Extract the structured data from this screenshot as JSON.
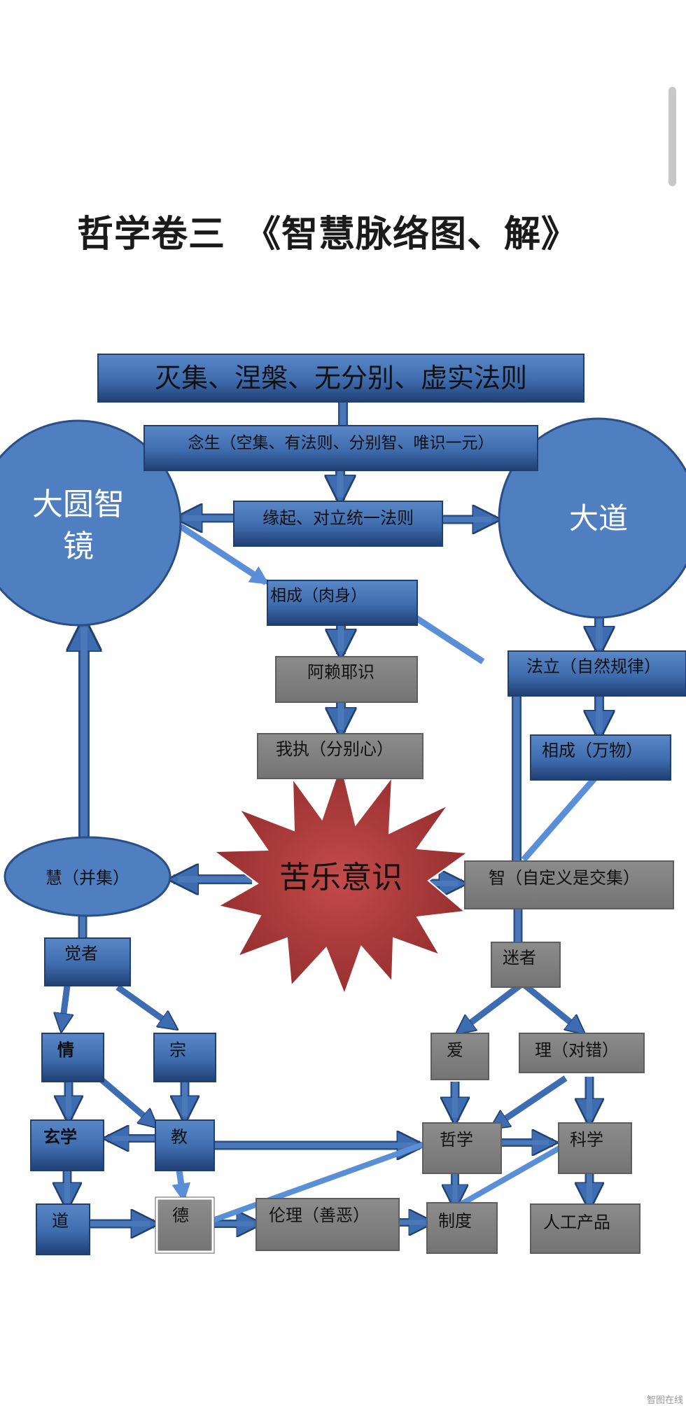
{
  "title": "哲学卷三　《智慧脉络图、解》",
  "watermark": "智图在线",
  "colors": {
    "blue": "#4a78b8",
    "blue_dark": "#2a4f86",
    "gray": "#7f7f7f",
    "star": "#b83a3a"
  },
  "nodes": {
    "top": "灭集、涅槃、无分别、虚实法则",
    "nian": "念生（空集、有法则、分别智、唯识一元）",
    "yuanqi": "缘起、对立统一法则",
    "dayuan": "大圆智镜",
    "dadao": "大道",
    "xiangcheng_roushen": "相成（肉身）",
    "alaiye": "阿赖耶识",
    "wozhi": "我执（分别心）",
    "kule": "苦乐意识",
    "hui": "慧（并集）",
    "zhi": "智（自定义是交集）",
    "fali": "法立（自然规律）",
    "xiangcheng_wanwu": "相成（万物）",
    "juezhe": "觉者",
    "mizhe": "迷者",
    "qing": "情",
    "zong": "宗",
    "ai": "爱",
    "li_duicuo": "理（对错）",
    "xuanxue": "玄学",
    "jiao": "教",
    "zhexue": "哲学",
    "kexue": "科学",
    "dao": "道",
    "de": "德",
    "lunli": "伦理（善恶）",
    "zhidu": "制度",
    "rengong": "人工产品"
  }
}
